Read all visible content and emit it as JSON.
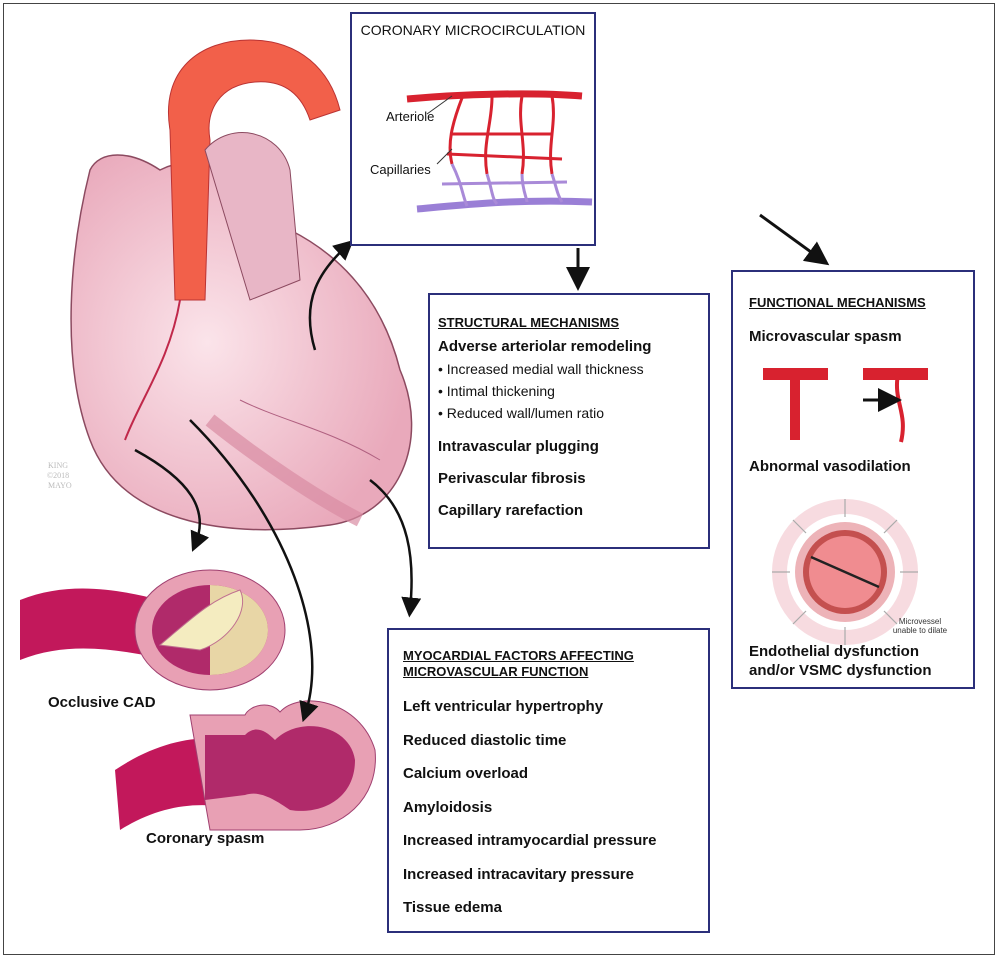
{
  "microcirculation": {
    "title": "CORONARY MICROCIRCULATION",
    "labels": [
      "Arteriole",
      "Capillaries"
    ]
  },
  "structural": {
    "title": "STRUCTURAL MECHANISMS",
    "subtitle": "Adverse arteriolar remodeling",
    "bullets": [
      "Increased medial wall thickness",
      "Intimal thickening",
      "Reduced wall/lumen ratio"
    ],
    "items": [
      "Intravascular plugging",
      "Perivascular fibrosis",
      "Capillary rarefaction"
    ]
  },
  "functional": {
    "title": "FUNCTIONAL MECHANISMS",
    "items": [
      "Microvascular spasm",
      "Abnormal vasodilation"
    ],
    "circle_label": "Microvessel unable to dilate",
    "footer": [
      "Endothelial dysfunction",
      "and/or VSMC dysfunction"
    ]
  },
  "myocardial": {
    "title_lines": [
      "MYOCARDIAL FACTORS AFFECTING",
      "MICROVASCULAR FUNCTION"
    ],
    "items": [
      "Left ventricular hypertrophy",
      "Reduced diastolic time",
      "Calcium overload",
      "Amyloidosis",
      "Increased intramyocardial pressure",
      "Increased intracavitary pressure",
      "Tissue edema"
    ]
  },
  "illustration": {
    "labels": [
      "Occlusive CAD",
      "Coronary spasm"
    ],
    "watermark": "KING ©2018 MAYO"
  },
  "colors": {
    "box_border": "#2b2f7a",
    "artery": "#d8222f",
    "vein": "#9a7fd6",
    "heart": "#f0c4cf"
  }
}
